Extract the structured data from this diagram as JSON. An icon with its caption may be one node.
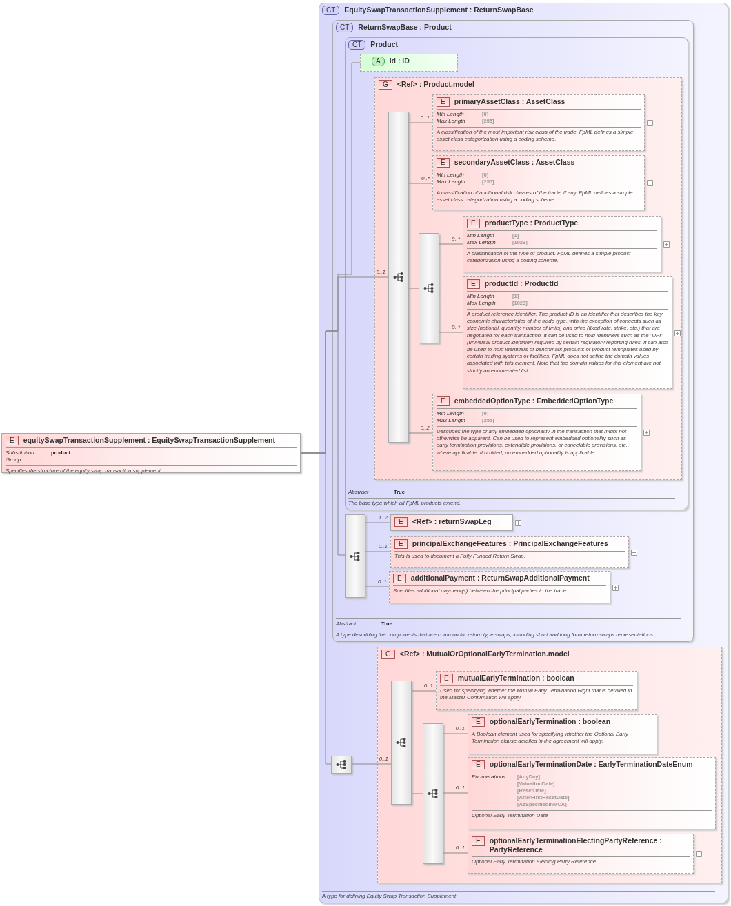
{
  "diagram": {
    "nodes": [
      {
        "text": [
          "E",
          "equitySwapTransactionSupplement : EquitySwapTransactionSupplement",
          "Substitution Group",
          "product",
          "Specifies the structure of the equity swap transaction supplement."
        ]
      },
      {
        "text": [
          "CT",
          "EquitySwapTransactionSupplement : ReturnSwapBase",
          "A type for defining Equity Swap Transaction Supplement"
        ]
      },
      {
        "text": [
          "CT",
          "ReturnSwapBase : Product",
          "Abstract",
          "True",
          "A type describing the components that are common for return type swaps, including short and long form return swaps representations."
        ],
        "in": 1
      },
      {
        "text": [
          "CT",
          "Product",
          "Abstract",
          "True",
          "The base type which all FpML products extend."
        ],
        "in": 2
      },
      {
        "text": [
          "A",
          "id : ID"
        ],
        "in": 3
      },
      {
        "text": [
          "G",
          "<Ref> : Product.model"
        ],
        "in": 3
      },
      {
        "text": [],
        "shape": "box",
        "in": 5
      },
      {
        "text": [
          "E",
          "primaryAssetClass : AssetClass",
          "Min Length",
          "[0]",
          "Max Length",
          "[255]",
          "A classification of the most important risk class of the trade. FpML defines a simple asset class categorization using a coding scheme."
        ],
        "in": 5
      },
      {
        "text": [
          "E",
          "secondaryAssetClass : AssetClass",
          "Min Length",
          "[0]",
          "Max Length",
          "[255]",
          "A classification of additional risk classes of the trade, if any. FpML defines a simple asset class categorization using a coding scheme."
        ],
        "in": 5
      },
      {
        "text": [],
        "shape": "box",
        "in": 5
      },
      {
        "text": [
          "E",
          "productType : ProductType",
          "Min Length",
          "[1]",
          "Max Length",
          "[1023]",
          "A classification of the type of product. FpML defines a simple product categorization using a coding scheme."
        ],
        "in": 5
      },
      {
        "text": [
          "E",
          "productId : ProductId",
          "Min Length",
          "[1]",
          "Max Length",
          "[1023]",
          "A product reference identifier. The product ID is an identifier that describes the key economic characteristics of the trade type, with the exception of concepts such as size (notional, quantity, number of units) and price (fixed rate, strike, etc.) that are negotiated for each transaction. It can be used to hold identifiers such as the \"UPI\" (universal product identifier) required by certain regulatory reporting rules. It can also be used to hold identifiers of benchmark products or product temnplates used by certain trading systems or facilities. FpML does not define the domain values associated with this element. Note that the domain values for this element are not strictly an enumerated list."
        ],
        "in": 5
      },
      {
        "text": [
          "E",
          "embeddedOptionType : EmbeddedOptionType",
          "Min Length",
          "[0]",
          "Max Length",
          "[255]",
          "Describes the type of any embedded optionality in the transaction that might not otherwise be apparent. Can be used to represent embedded optionality such as early termination provisions, extendible provisions, or cancelable provisions, etc., where applicable. If omitted, no embedded optionality is applicable."
        ],
        "in": 5
      },
      {
        "text": [],
        "shape": "box",
        "in": 2
      },
      {
        "text": [
          "E",
          "<Ref> : returnSwapLeg"
        ],
        "in": 2
      },
      {
        "text": [
          "E",
          "principalExchangeFeatures : PrincipalExchangeFeatures",
          "This is used to document a Fully Funded Return Swap."
        ],
        "in": 2
      },
      {
        "text": [
          "E",
          "additionalPayment : ReturnSwapAdditionalPayment",
          "Specifies additional payment(s) between the principal parties to the trade."
        ],
        "in": 2
      },
      {
        "text": [],
        "shape": "box",
        "in": 1
      },
      {
        "text": [
          "G",
          "<Ref> : MutualOrOptionalEarlyTermination.model"
        ],
        "in": 1
      },
      {
        "text": [],
        "shape": "box",
        "in": 18
      },
      {
        "text": [
          "E",
          "mutualEarlyTermination : boolean",
          "Used for specifying whether the Mutual Early Termination Right that is detailed in the Master Confirmation will apply."
        ],
        "in": 18
      },
      {
        "text": [],
        "shape": "box",
        "in": 18
      },
      {
        "text": [
          "E",
          "optionalEarlyTermination : boolean",
          "A Boolean element used for specifying whether the Optional Early Termination clause detailed in the agreement will apply."
        ],
        "in": 18
      },
      {
        "text": [
          "E",
          "optionalEarlyTerminationDate : EarlyTerminationDateEnum",
          "Enumerations",
          "[AnyDay]",
          "[ValuationDate]",
          "[ResetDate]",
          "[AfterFirstResetDate]",
          "[AsSpecifiedInMCA]",
          "Optional Early Termination Date"
        ],
        "in": 18
      },
      {
        "text": [
          "E",
          "optionalEarlyTerminationElectingPartyReference : PartyReference",
          "Optional Early Termination Electing Party Reference"
        ],
        "in": 18
      }
    ],
    "edges": [
      {
        "from": 0,
        "to": 4,
        "arrow": "none"
      },
      {
        "from": 0,
        "to": 6,
        "arrow": "none",
        "label": "0..1"
      },
      {
        "from": 0,
        "to": 13,
        "arrow": "none"
      },
      {
        "from": 0,
        "to": 17,
        "arrow": "none"
      },
      {
        "from": 6,
        "to": 7,
        "arrow": "none",
        "label": "0..1"
      },
      {
        "from": 6,
        "to": 8,
        "arrow": "none",
        "label": "0..*"
      },
      {
        "from": 6,
        "to": 9,
        "arrow": "none"
      },
      {
        "from": 9,
        "to": 10,
        "arrow": "none",
        "label": "0..*"
      },
      {
        "from": 9,
        "to": 11,
        "arrow": "none",
        "label": "0..*"
      },
      {
        "from": 6,
        "to": 12,
        "arrow": "none",
        "label": "0..2"
      },
      {
        "from": 13,
        "to": 14,
        "arrow": "none",
        "label": "1..2"
      },
      {
        "from": 13,
        "to": 15,
        "arrow": "none",
        "label": "0..1"
      },
      {
        "from": 13,
        "to": 16,
        "arrow": "none",
        "label": "0..*"
      },
      {
        "from": 17,
        "to": 19,
        "arrow": "none",
        "label": "0..1"
      },
      {
        "from": 19,
        "to": 20,
        "arrow": "none",
        "label": "0..1"
      },
      {
        "from": 19,
        "to": 21,
        "arrow": "none"
      },
      {
        "from": 21,
        "to": 22,
        "arrow": "none",
        "label": "0..1"
      },
      {
        "from": 21,
        "to": 23,
        "arrow": "none",
        "label": "0..1"
      },
      {
        "from": 21,
        "to": 24,
        "arrow": "none",
        "label": "0..1"
      }
    ]
  }
}
